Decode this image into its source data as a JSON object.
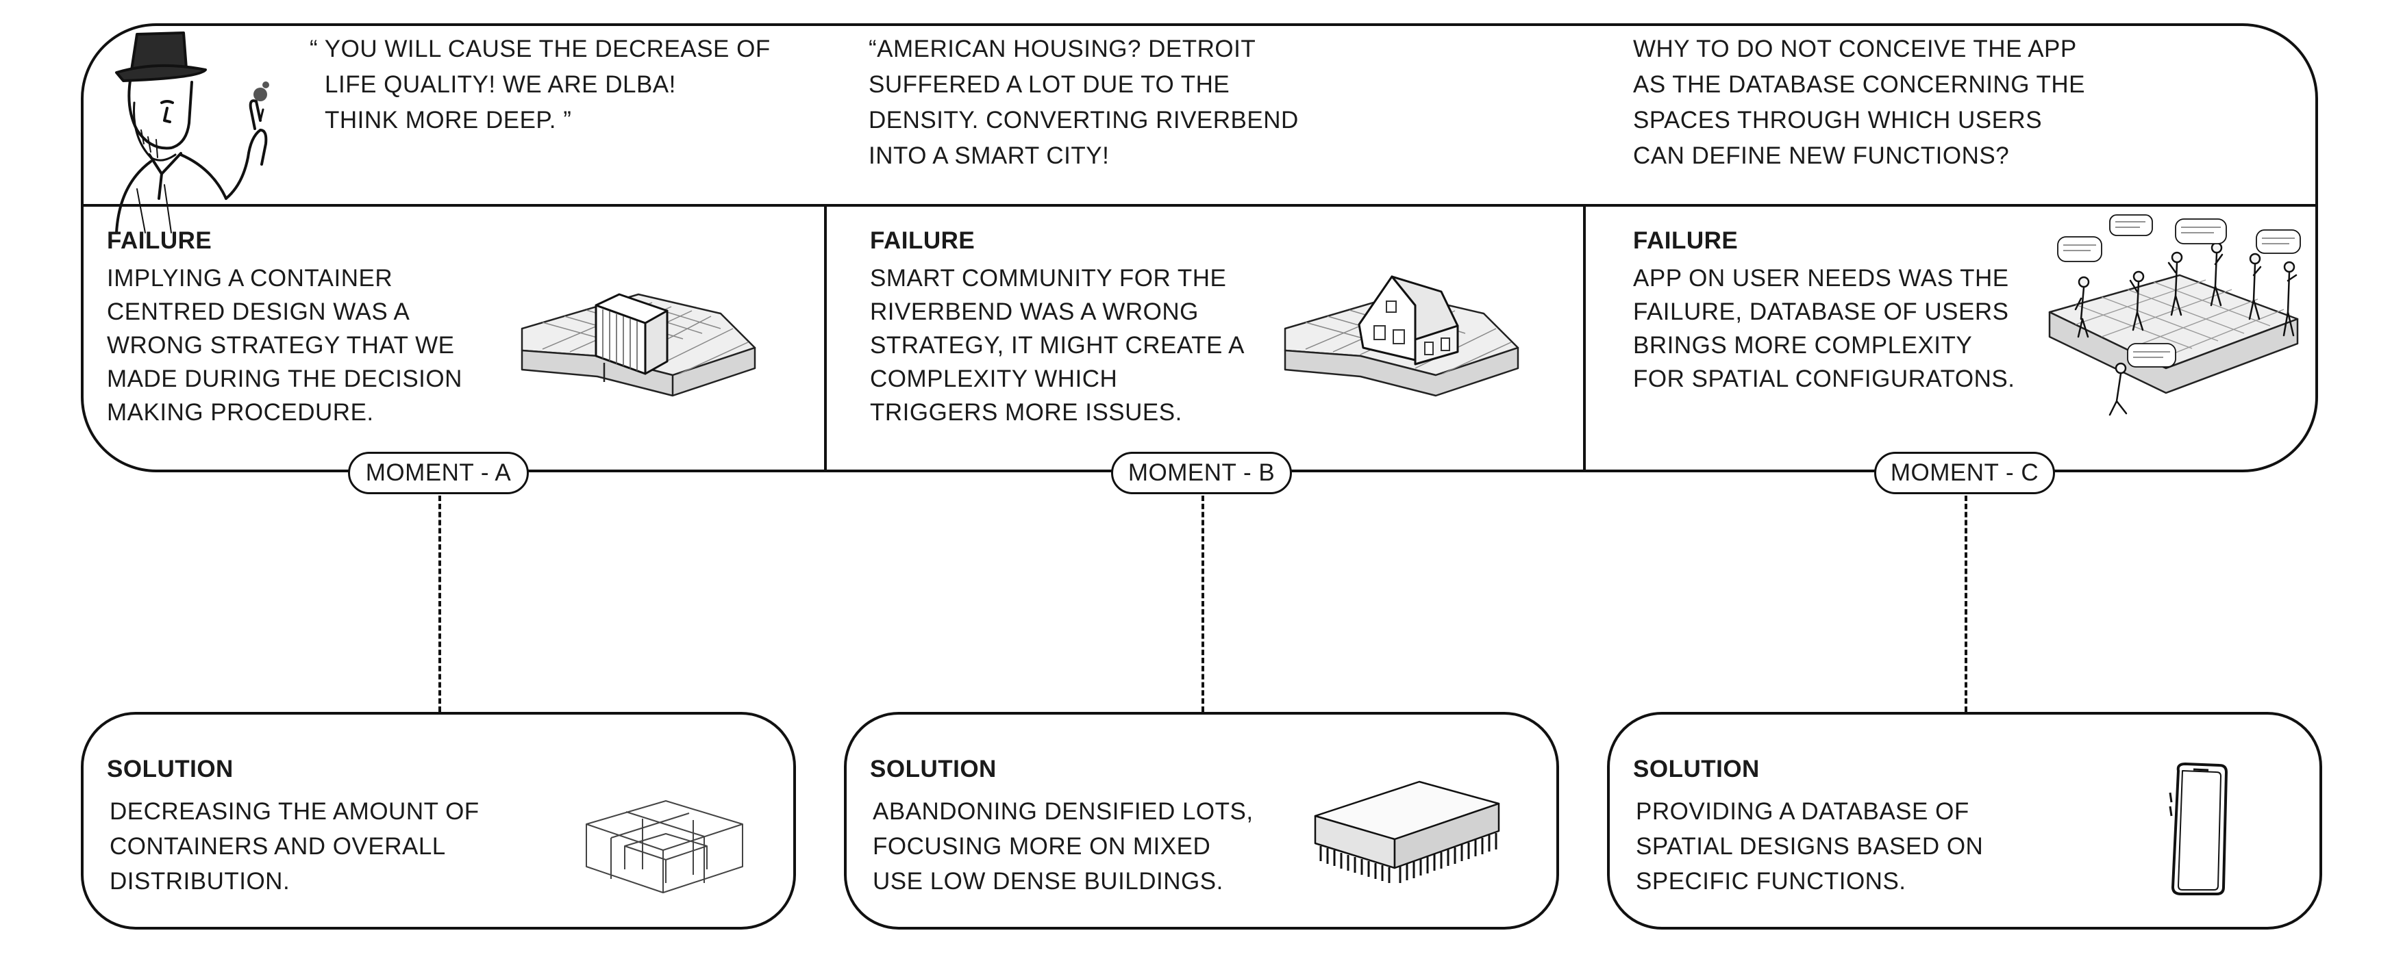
{
  "quotes": [
    [
      "“ YOU WILL CAUSE THE DECREASE OF",
      "LIFE QUALITY!  WE ARE DLBA!",
      "THINK MORE DEEP. ”"
    ],
    [
      "“AMERICAN HOUSING? DETROIT",
      "SUFFERED A LOT DUE TO THE",
      "DENSITY. CONVERTING RIVERBEND",
      "INTO A SMART CITY!"
    ],
    [
      "WHY TO DO NOT CONCEIVE THE APP",
      "AS THE DATABASE CONCERNING THE",
      "SPACES THROUGH WHICH USERS",
      "CAN DEFINE NEW FUNCTIONS?"
    ]
  ],
  "failures": [
    {
      "heading": "FAILURE",
      "lines": [
        "IMPLYING A CONTAINER",
        "CENTRED DESIGN WAS A",
        "WRONG STRATEGY THAT WE",
        "MADE DURING THE DECISION",
        "MAKING PROCEDURE."
      ]
    },
    {
      "heading": "FAILURE",
      "lines": [
        "SMART COMMUNITY FOR THE",
        "RIVERBEND WAS A WRONG",
        "STRATEGY, IT MIGHT CREATE A",
        "COMPLEXITY WHICH",
        "TRIGGERS MORE ISSUES."
      ]
    },
    {
      "heading": "FAILURE",
      "lines": [
        "APP ON USER NEEDS WAS THE",
        "FAILURE, DATABASE OF USERS",
        "BRINGS MORE COMPLEXITY",
        "FOR SPATIAL CONFIGURATONS."
      ]
    }
  ],
  "moments": [
    "MOMENT - A",
    "MOMENT - B",
    "MOMENT - C"
  ],
  "solutions": [
    {
      "heading": "SOLUTION",
      "lines": [
        "DECREASING THE AMOUNT OF",
        "CONTAINERS AND OVERALL",
        "DISTRIBUTION."
      ]
    },
    {
      "heading": "SOLUTION",
      "lines": [
        "ABANDONING DENSIFIED LOTS,",
        "FOCUSING MORE ON MIXED",
        "USE LOW DENSE BUILDINGS."
      ]
    },
    {
      "heading": "SOLUTION",
      "lines": [
        "PROVIDING A DATABASE OF",
        "SPATIAL DESIGNS BASED ON",
        "SPECIFIC FUNCTIONS."
      ]
    }
  ],
  "icons": {
    "character": "top-hat-man-illustration-icon",
    "failure": [
      "container-on-lot-icon",
      "house-on-lot-icon",
      "people-on-platform-icon"
    ],
    "solution": [
      "wireframe-block-icon",
      "low-building-icon",
      "smartphone-icon"
    ]
  },
  "colors": {
    "line": "#111111",
    "text": "#1a1a1a",
    "background": "#ffffff"
  }
}
